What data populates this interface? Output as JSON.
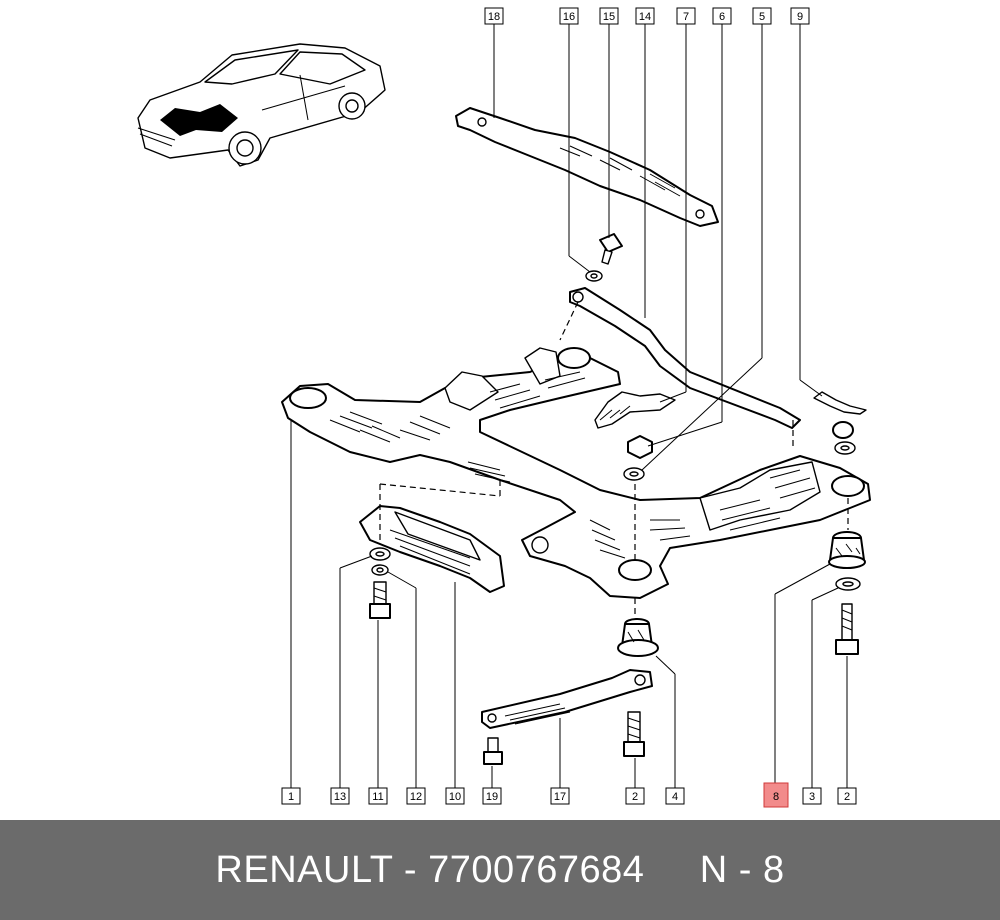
{
  "footer": {
    "brand": "RENAULT",
    "separator": "-",
    "part_number": "7700767684",
    "position_prefix": "N",
    "position_separator": "-",
    "position_value": "8"
  },
  "callouts": [
    {
      "label": "18"
    },
    {
      "label": "16"
    },
    {
      "label": "15"
    },
    {
      "label": "14"
    },
    {
      "label": "7"
    },
    {
      "label": "6"
    },
    {
      "label": "5"
    },
    {
      "label": "9"
    },
    {
      "label": "1"
    },
    {
      "label": "13"
    },
    {
      "label": "11"
    },
    {
      "label": "12"
    },
    {
      "label": "10"
    },
    {
      "label": "19"
    },
    {
      "label": "17"
    },
    {
      "label": "2"
    },
    {
      "label": "4"
    },
    {
      "label": "8",
      "highlighted": true
    },
    {
      "label": "3"
    },
    {
      "label": "2"
    }
  ],
  "colors": {
    "footer_bg": "#6b6b6b",
    "footer_text": "#ffffff",
    "highlight": "#f28b8b"
  }
}
